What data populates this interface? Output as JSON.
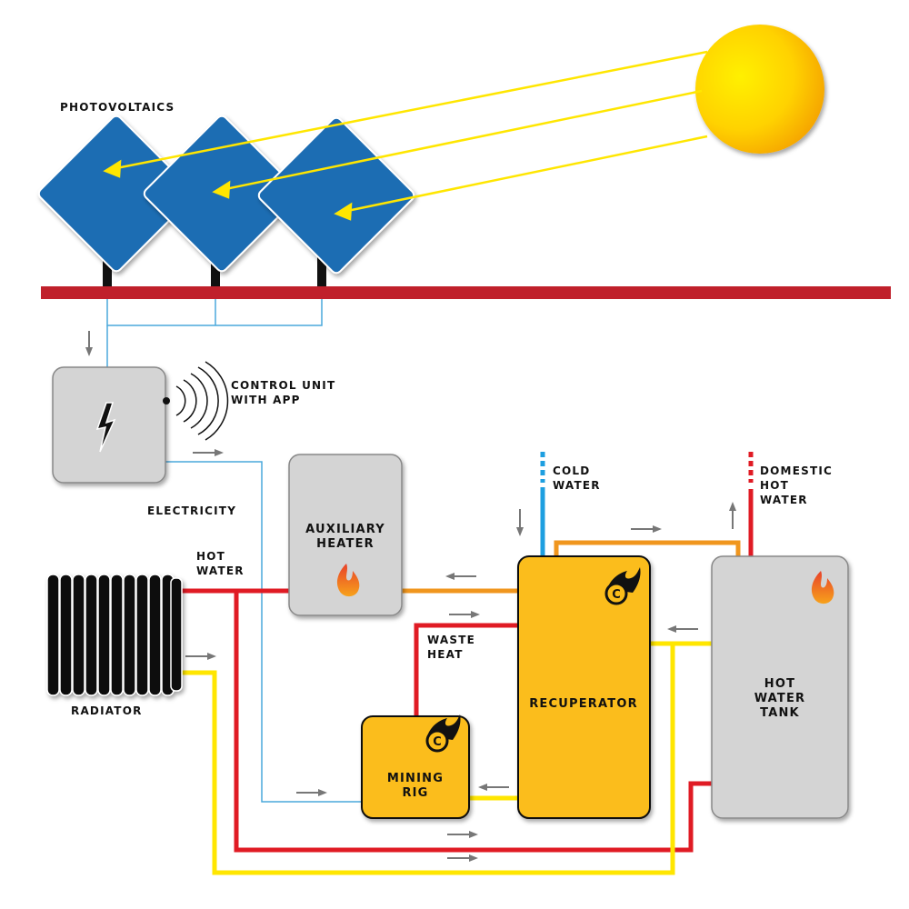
{
  "labels": {
    "photovoltaics": "PHOTOVOLTAICS",
    "control_unit_1": "CONTROL UNIT",
    "control_unit_2": "WITH APP",
    "electricity": "ELECTRICITY",
    "hot_water_1": "HOT",
    "hot_water_2": "WATER",
    "radiator": "RADIATOR",
    "auxiliary_heater_1": "AUXILIARY",
    "auxiliary_heater_2": "HEATER",
    "cold_water_1": "COLD",
    "cold_water_2": "WATER",
    "domestic_hot_water_1": "DOMESTIC",
    "domestic_hot_water_2": "HOT",
    "domestic_hot_water_3": "WATER",
    "waste_heat_1": "WASTE",
    "waste_heat_2": "HEAT",
    "mining_rig_1": "MINING",
    "mining_rig_2": "RIG",
    "recuperator": "RECUPERATOR",
    "hot_water_tank_1": "HOT",
    "hot_water_tank_2": "WATER",
    "hot_water_tank_3": "TANK"
  },
  "colors": {
    "sun": "#ffd700",
    "panel": "#1f6db3",
    "ground": "#c0202b",
    "wire": "#4aa8dc",
    "hot_pipe": "#e01b24",
    "warm_pipe": "#f0961e",
    "cool_pipe": "#ffe600",
    "cold_pipe": "#1e9fe0",
    "device_gray": "#d4d4d4",
    "device_yellow": "#fbbd1a"
  },
  "icons": {
    "control_unit": "lightning-bolt-icon",
    "heater": "flame-icon",
    "mining": "crypto-coin-flame-icon"
  }
}
